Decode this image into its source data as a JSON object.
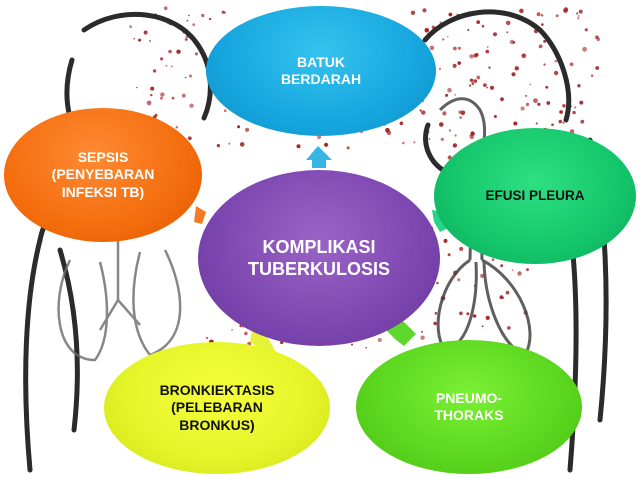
{
  "diagram": {
    "center": {
      "label": "KOMPLIKASI\nTUBERKULOSIS"
    },
    "nodes": {
      "batuk": {
        "label": "BATUK\nBERDARAH"
      },
      "sepsis": {
        "label": "SEPSIS\n(PENYEBARAN\nINFEKSI TB)"
      },
      "efusi": {
        "label": "EFUSI PLEURA"
      },
      "bronkiektasis": {
        "label": "BRONKIEKTASIS\n(PELEBARAN\nBRONKUS)"
      },
      "pneumothoraks": {
        "label": "PNEUMO-\nTHORAKS"
      }
    },
    "colors": {
      "center": "#7c46b0",
      "batuk": "#16a6de",
      "sepsis": "#f46d0d",
      "efusi": "#14c56b",
      "bronkiektasis": "#e5f52a",
      "pneumothoraks": "#5bd61e",
      "droplets": "#a01818",
      "outline": "#2b2b2b"
    }
  }
}
